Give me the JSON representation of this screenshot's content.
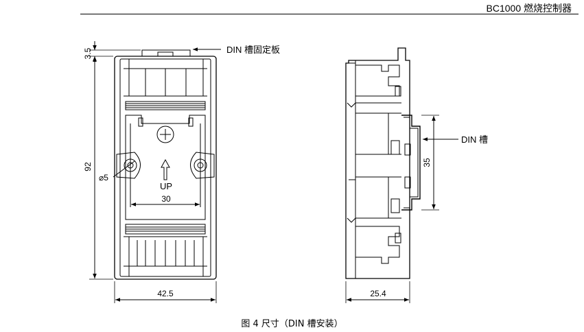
{
  "header": {
    "title": "BC1000 燃烧控制器"
  },
  "front_view": {
    "callout_din_plate": "DIN 槽固定板",
    "dim_top": "3.5",
    "dim_height": "92",
    "dim_hole": "⌀5",
    "dim_hole_spacing": "30",
    "dim_width": "42.5",
    "up_label": "UP"
  },
  "side_view": {
    "callout_din_rail": "DIN 槽",
    "dim_rail": "35",
    "dim_depth": "25.4"
  },
  "caption": "图 4 尺寸（DIN 槽安装）"
}
